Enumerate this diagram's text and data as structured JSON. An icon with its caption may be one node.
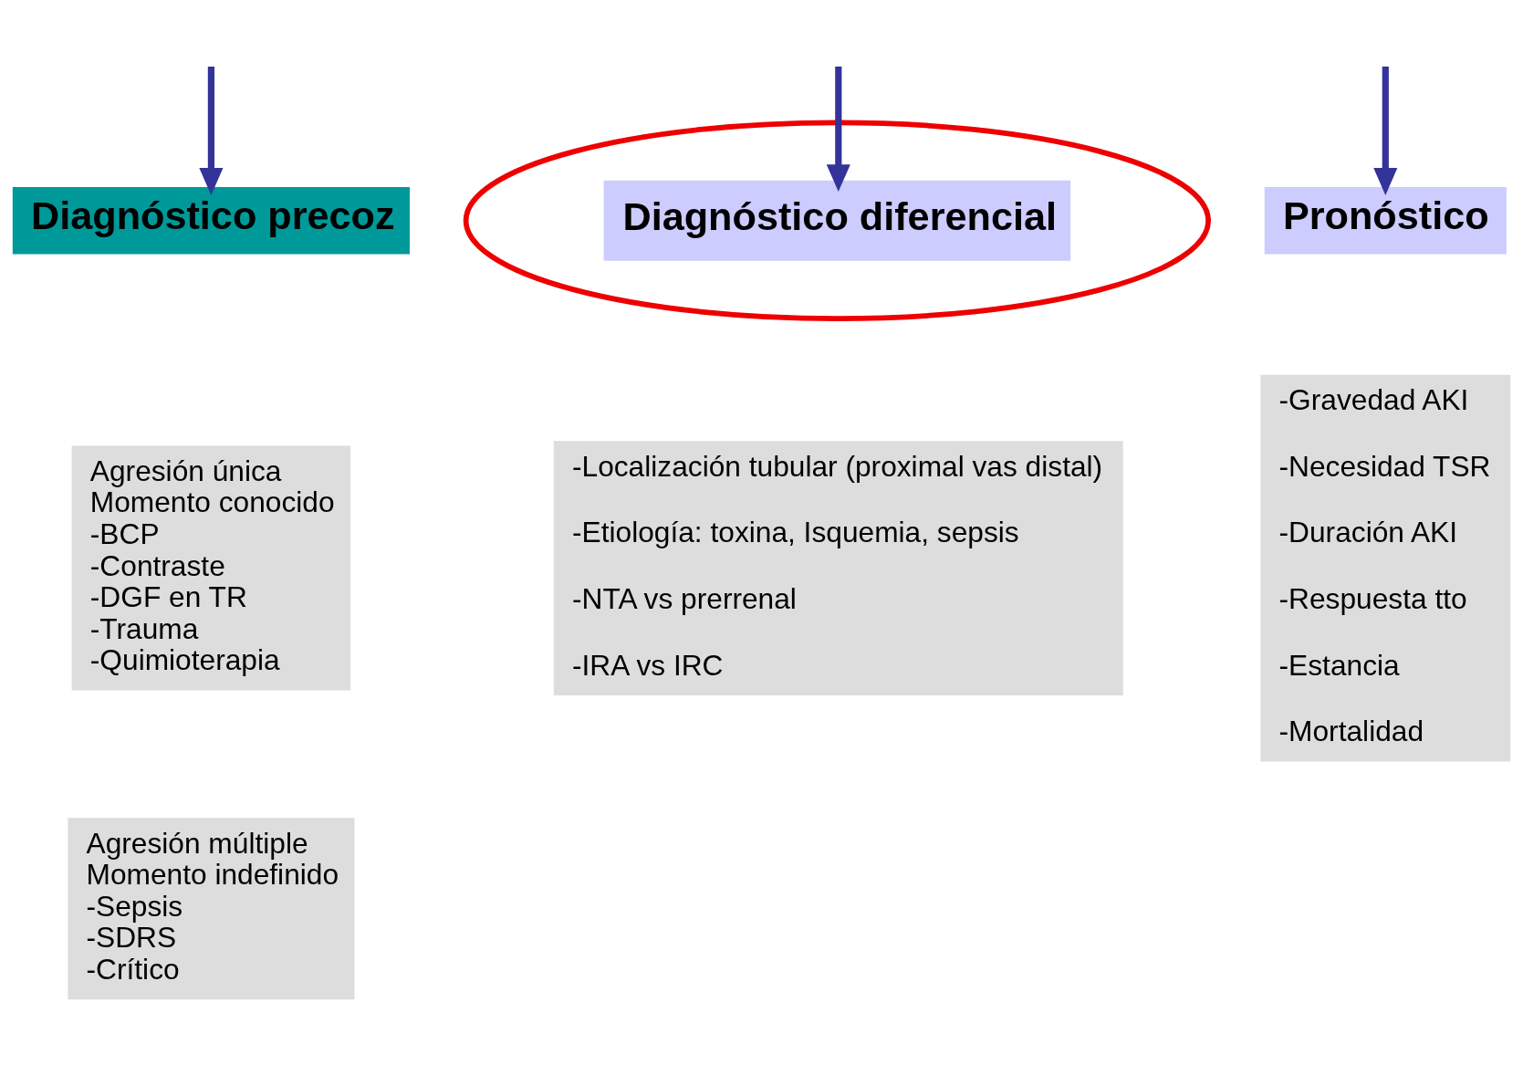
{
  "diagram": {
    "nodes": [
      {
        "text": [
          "Diagnóstico precoz"
        ]
      },
      {
        "text": [],
        "shape": "circle"
      },
      {
        "text": [
          "Diagnóstico diferencial"
        ],
        "in": 1
      },
      {
        "text": [
          "Pronóstico"
        ]
      },
      {
        "text": [
          "Agresión única",
          "Momento conocido",
          "-BCP",
          "-Contraste",
          "-DGF en TR",
          "-Trauma",
          "-Quimioterapia"
        ]
      },
      {
        "text": [
          "-Localización tubular (proximal vas distal)",
          "-Etiología: toxina, Isquemia, sepsis",
          "-NTA vs prerrenal",
          "-IRA vs IRC"
        ]
      },
      {
        "text": [
          "-Gravedad AKI",
          "-Necesidad TSR",
          "-Duración AKI",
          "-Respuesta tto",
          "-Estancia",
          "-Mortalidad"
        ]
      },
      {
        "text": [
          "Agresión múltiple",
          "Momento indefinido",
          "-Sepsis",
          "-SDRS",
          "-Crítico"
        ]
      }
    ],
    "edges": [
      {
        "from": null,
        "to": 0,
        "arrow": "to"
      },
      {
        "from": null,
        "to": 2,
        "arrow": "to"
      },
      {
        "from": null,
        "to": 3,
        "arrow": "to"
      }
    ]
  }
}
